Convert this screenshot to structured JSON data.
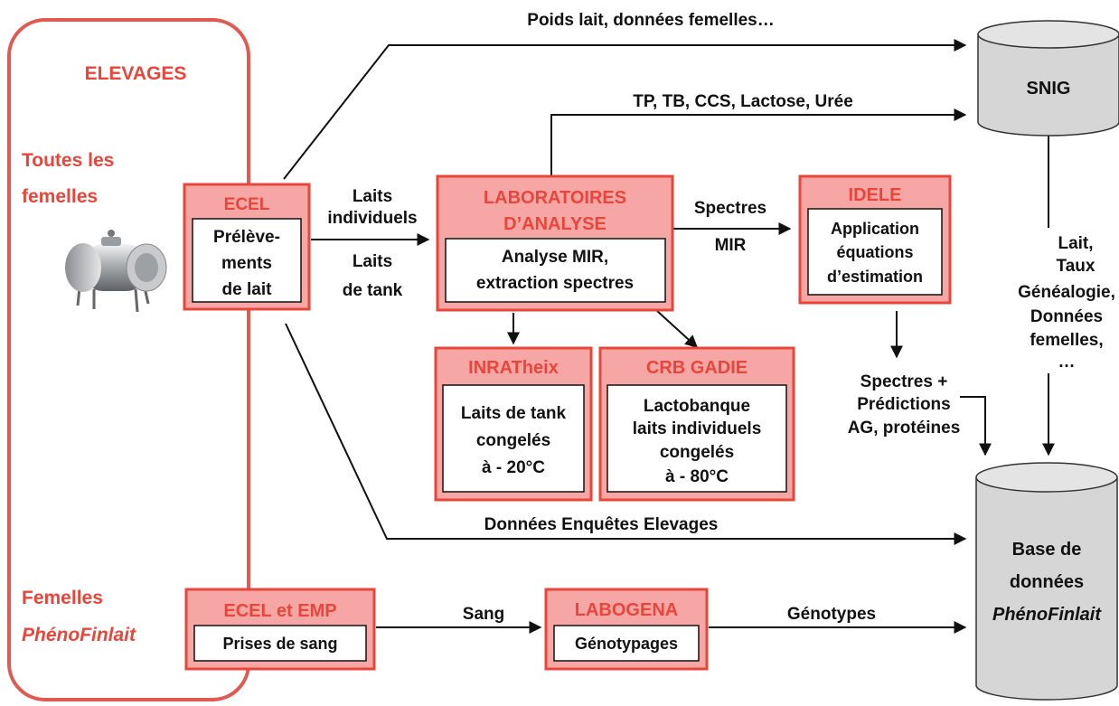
{
  "colors": {
    "accent_red": "#e8463b",
    "box_fill": "#f7a6a6",
    "db_fill": "#d6d6d6",
    "ink": "#111111"
  },
  "left_panel": {
    "title": "ELEVAGES",
    "group_all": [
      "Toutes les",
      "femelles"
    ],
    "group_pheno": [
      "Femelles",
      "PhénoFinlait"
    ],
    "tank_image": "milk-tank-image"
  },
  "boxes": {
    "ecel": {
      "title": "ECEL",
      "body": [
        "Prélève-",
        "ments",
        "de lait"
      ]
    },
    "labo": {
      "title": [
        "LABORATOIRES",
        "D’ANALYSE"
      ],
      "body": [
        "Analyse MIR,",
        "extraction spectres"
      ]
    },
    "idele": {
      "title": "IDELE",
      "body": [
        "Application",
        "équations",
        "d’estimation"
      ]
    },
    "inra": {
      "title": "INRATheix",
      "body": [
        "Laits de tank",
        "congelés",
        "à - 20°C"
      ]
    },
    "crb": {
      "title": "CRB GADIE",
      "body": [
        "Lactobanque",
        "laits individuels",
        "congelés",
        "à - 80°C"
      ]
    },
    "ecel_emp": {
      "title": "ECEL et EMP",
      "body": "Prises de sang"
    },
    "labogena": {
      "title": "LABOGENA",
      "body": "Génotypages"
    }
  },
  "databases": {
    "snig": "SNIG",
    "base": [
      "Base de",
      "données",
      "PhénoFinlait"
    ]
  },
  "flows": {
    "poids": "Poids lait, données femelles…",
    "tp": "TP, TB, CCS, Lactose, Urée",
    "laits_ind": [
      "Laits",
      "individuels"
    ],
    "laits_tank": [
      "Laits",
      "de tank"
    ],
    "spectres": [
      "Spectres",
      "MIR"
    ],
    "snig_to_base": [
      "Lait,",
      "Taux",
      "Généalogie,",
      "Données",
      "femelles,",
      "…"
    ],
    "pred": [
      "Spectres +",
      "Prédictions",
      "AG, protéines"
    ],
    "enquetes": "Données Enquêtes Elevages",
    "sang": "Sang",
    "genotypes": "Génotypes"
  }
}
